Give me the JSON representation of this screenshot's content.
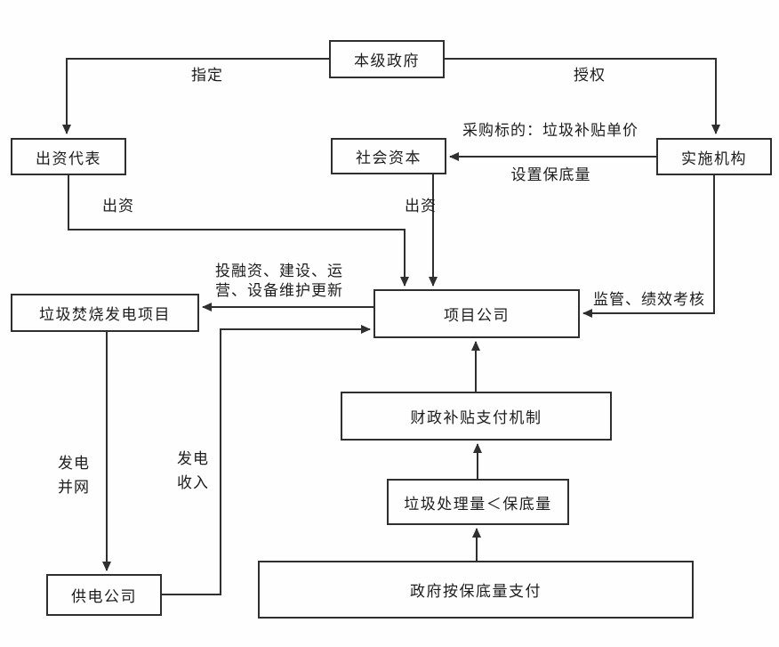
{
  "diagram": {
    "title": "",
    "nodes": {
      "government": "本级政府",
      "funder_rep": "出资代表",
      "social_capital": "社会资本",
      "implementing_agency": "实施机构",
      "waste_project": "垃圾焚烧发电项目",
      "project_company": "项目公司",
      "subsidy_mechanism": "财政补贴支付机制",
      "threshold": "垃圾处理量＜保底量",
      "power_company": "供电公司",
      "gov_payment": "政府按保底量支付"
    },
    "edge_labels": {
      "designate": "指定",
      "authorize": "授权",
      "procurement": "采购标的：垃圾补贴单价",
      "set_minimum": "设置保底量",
      "invest_left": "出资",
      "invest_center": "出资",
      "finance_build": "投融资、建设、运\n营、设备维护更新",
      "supervision": "监管、绩效考核",
      "grid_connection": "发电\n并网",
      "power_income": "发电\n收入"
    },
    "colors": {
      "line": "#2f2f2f",
      "background": "#fefefe",
      "text": "#1c1c1c"
    }
  }
}
